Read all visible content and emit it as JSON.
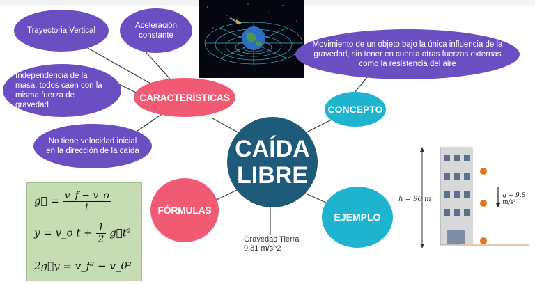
{
  "center": {
    "line1": "CAÍDA",
    "line2": "LIBRE"
  },
  "characteristics": {
    "label": "CARACTERÍSTICAS",
    "items": [
      {
        "text": "Trayectoria Vertical"
      },
      {
        "text": "Aceleración constante"
      },
      {
        "text": "Independencia de la masa, todos caen con la misma fuerza de gravedad"
      },
      {
        "text": "No tiene velocidad inicial en la dirección de la caída"
      }
    ]
  },
  "concept": {
    "label": "CONCEPTO",
    "text": "Movimiento de un objeto bajo la única influencia de la gravedad, sin tener en cuenta otras fuerzas externas como la resistencia del aire"
  },
  "formulas": {
    "label": "FÓRMULAS",
    "f1": {
      "lhs": "g⃗ =",
      "num": "v_f − v_o",
      "den": "t"
    },
    "f2": {
      "lhs": "y = v_o t +",
      "num": "1",
      "den": "2",
      "rhs": "g⃗t²"
    },
    "f3": {
      "text": "2g⃗y = v_f² − v_0²"
    }
  },
  "example": {
    "label": "EJEMPLO",
    "height_label": "h = 90 m",
    "g_label": "g = 9.8 m/s²"
  },
  "gravity": {
    "line1": "Gravedad Tierra",
    "line2": "9.81 m/s^2"
  },
  "colors": {
    "purple": "#6b4fc2",
    "pink": "#f15a73",
    "teal": "#1eb4d0",
    "center": "#1e5a7a",
    "formula_bg": "#c6ddb4"
  }
}
